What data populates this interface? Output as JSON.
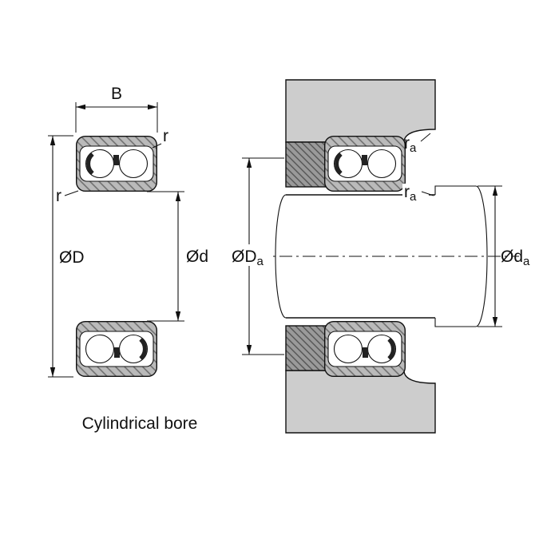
{
  "diagram": {
    "caption": "Cylindrical bore",
    "labels": {
      "width": "B",
      "radius_top": "r",
      "radius_side": "r",
      "outer_dia": "ØD",
      "bore_dia": "Ød",
      "housing_abut": {
        "main": "ØD",
        "sub": "a"
      },
      "shaft_abut": {
        "main": "Ød",
        "sub": "a"
      },
      "fillet_housing": {
        "main": "r",
        "sub": "a"
      },
      "fillet_shaft": {
        "main": "r",
        "sub": "a"
      }
    }
  },
  "colors": {
    "line": "#111111",
    "ring": "#bababa",
    "ring-hatch": "#6b6b6b",
    "housing": "#cdcdcd",
    "shoulder": "#9a9a9a",
    "shoulder-hatch": "#4f4f4f",
    "cage": "#222222",
    "bg": "#ffffff"
  }
}
